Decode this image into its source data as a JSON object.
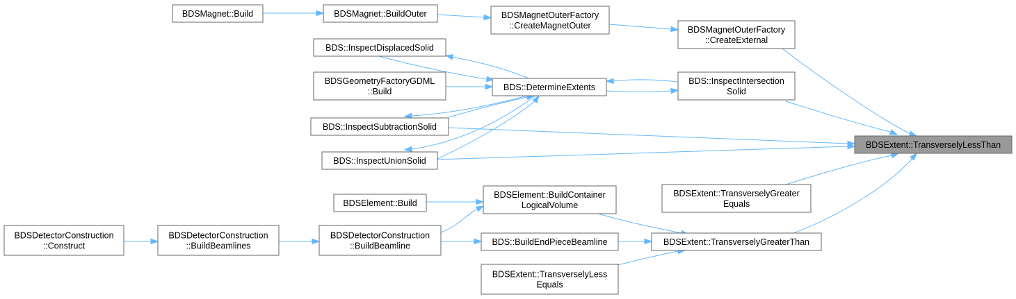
{
  "graph": {
    "target": {
      "lines": [
        "BDSExtent::TransverselyLessThan"
      ]
    },
    "nodes": {
      "magnet_build": {
        "lines": [
          "BDSMagnet::Build"
        ]
      },
      "magnet_buildouter": {
        "lines": [
          "BDSMagnet::BuildOuter"
        ]
      },
      "factory_createmagnetouter": {
        "lines": [
          "BDSMagnetOuterFactory",
          "::CreateMagnetOuter"
        ]
      },
      "factory_createexternal": {
        "lines": [
          "BDSMagnetOuterFactory",
          "::CreateExternal"
        ]
      },
      "inspect_displaced": {
        "lines": [
          "BDS::InspectDisplacedSolid"
        ]
      },
      "gdml_build": {
        "lines": [
          "BDSGeometryFactoryGDML",
          "::Build"
        ]
      },
      "determine_extents": {
        "lines": [
          "BDS::DetermineExtents"
        ]
      },
      "inspect_intersection": {
        "lines": [
          "BDS::InspectIntersection",
          "Solid"
        ]
      },
      "inspect_subtraction": {
        "lines": [
          "BDS::InspectSubtractionSolid"
        ]
      },
      "inspect_union": {
        "lines": [
          "BDS::InspectUnionSolid"
        ]
      },
      "greater_equals": {
        "lines": [
          "BDSExtent::TransverselyGreater",
          "Equals"
        ]
      },
      "element_build": {
        "lines": [
          "BDSElement::Build"
        ]
      },
      "element_buildcontainer": {
        "lines": [
          "BDSElement::BuildContainer",
          "LogicalVolume"
        ]
      },
      "detector_construct": {
        "lines": [
          "BDSDetectorConstruction",
          "::Construct"
        ]
      },
      "detector_buildbeamlines": {
        "lines": [
          "BDSDetectorConstruction",
          "::BuildBeamlines"
        ]
      },
      "detector_buildbeamline": {
        "lines": [
          "BDSDetectorConstruction",
          "::BuildBeamline"
        ]
      },
      "buildendpiece": {
        "lines": [
          "BDS::BuildEndPieceBeamline"
        ]
      },
      "greater_than": {
        "lines": [
          "BDSExtent::TransverselyGreaterThan"
        ]
      },
      "less_equals": {
        "lines": [
          "BDSExtent::TransverselyLess",
          "Equals"
        ]
      }
    },
    "edges": [
      {
        "from": "magnet_build",
        "to": "magnet_buildouter"
      },
      {
        "from": "magnet_buildouter",
        "to": "factory_createmagnetouter"
      },
      {
        "from": "factory_createmagnetouter",
        "to": "factory_createexternal"
      },
      {
        "from": "factory_createexternal",
        "to": "target"
      },
      {
        "from": "inspect_displaced",
        "to": "determine_extents"
      },
      {
        "from": "determine_extents",
        "to": "inspect_displaced"
      },
      {
        "from": "gdml_build",
        "to": "determine_extents"
      },
      {
        "from": "determine_extents",
        "to": "inspect_intersection"
      },
      {
        "from": "inspect_intersection",
        "to": "determine_extents"
      },
      {
        "from": "inspect_subtraction",
        "to": "determine_extents"
      },
      {
        "from": "determine_extents",
        "to": "inspect_subtraction"
      },
      {
        "from": "inspect_union",
        "to": "determine_extents"
      },
      {
        "from": "determine_extents",
        "to": "inspect_union"
      },
      {
        "from": "inspect_intersection",
        "to": "target"
      },
      {
        "from": "inspect_subtraction",
        "to": "target"
      },
      {
        "from": "inspect_union",
        "to": "target"
      },
      {
        "from": "greater_equals",
        "to": "target"
      },
      {
        "from": "greater_than",
        "to": "target"
      },
      {
        "from": "element_build",
        "to": "element_buildcontainer"
      },
      {
        "from": "element_buildcontainer",
        "to": "greater_than"
      },
      {
        "from": "detector_construct",
        "to": "detector_buildbeamlines"
      },
      {
        "from": "detector_buildbeamlines",
        "to": "detector_buildbeamline"
      },
      {
        "from": "detector_buildbeamline",
        "to": "buildendpiece"
      },
      {
        "from": "detector_buildbeamline",
        "to": "element_buildcontainer"
      },
      {
        "from": "buildendpiece",
        "to": "greater_than"
      },
      {
        "from": "less_equals",
        "to": "greater_than"
      }
    ]
  },
  "colors": {
    "edge": "#63b8ff",
    "node_border": "#666666",
    "node_fill": "#ffffff",
    "target_fill": "#999999",
    "text": "#000000"
  }
}
